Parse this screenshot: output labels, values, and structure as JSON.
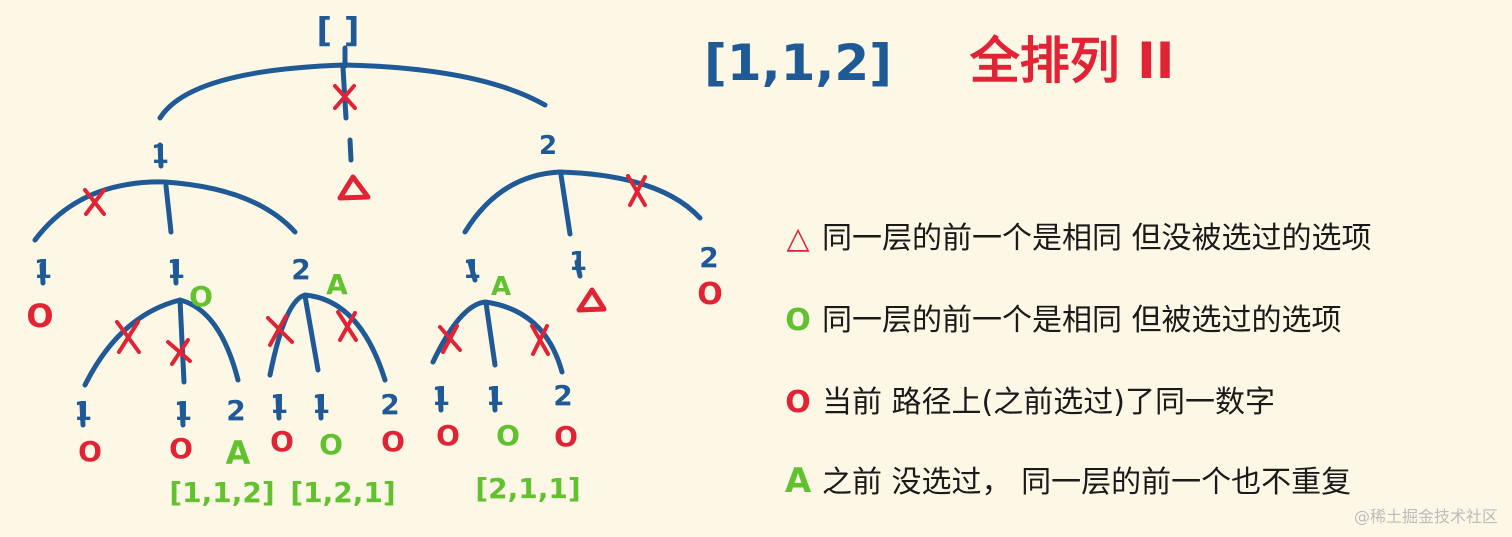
{
  "root_label": "[ ]",
  "input_array": "[1,1,2]",
  "title": "全排列 II",
  "node_labels": {
    "one": "1",
    "two": "2"
  },
  "marks": {
    "triangle": "△",
    "red_circle": "O",
    "green_circle": "O",
    "accept": "A"
  },
  "results": [
    "[1,1,2]",
    "[1,2,1]",
    "[2,1,1]"
  ],
  "legend": [
    {
      "symbol": "△",
      "color": "#e02436",
      "text": "同一层的前一个是相同 但没被选过的选项"
    },
    {
      "symbol": "O",
      "color": "#62c12e",
      "text": "同一层的前一个是相同 但被选过的选项"
    },
    {
      "symbol": "O",
      "color": "#e02436",
      "text": "当前 路径上(之前选过)了同一数字"
    },
    {
      "symbol": "A",
      "color": "#62c12e",
      "text": "之前 没选过， 同一层的前一个也不重复"
    }
  ],
  "colors": {
    "background": "#fdf7e6",
    "blue": "#1f5a96",
    "red": "#e02436",
    "green": "#62c12e"
  },
  "watermark": "@稀土掘金技术社区"
}
